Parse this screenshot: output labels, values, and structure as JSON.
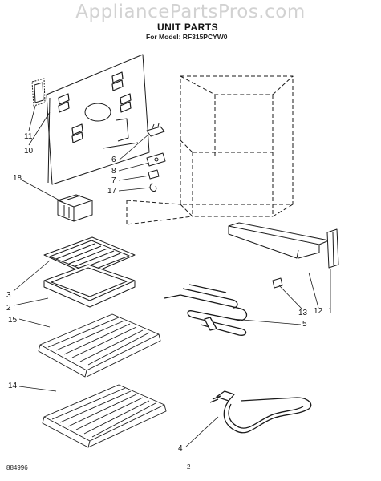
{
  "watermark": "AppliancePartsPros.com",
  "title": "UNIT PARTS",
  "subtitle": "For Model: RF315PCYW0",
  "callouts": [
    "11",
    "10",
    "18",
    "6",
    "8",
    "7",
    "17",
    "3",
    "2",
    "15",
    "14",
    "4",
    "5",
    "13",
    "12",
    "1"
  ],
  "footer": {
    "code": "884996",
    "page": "2"
  }
}
